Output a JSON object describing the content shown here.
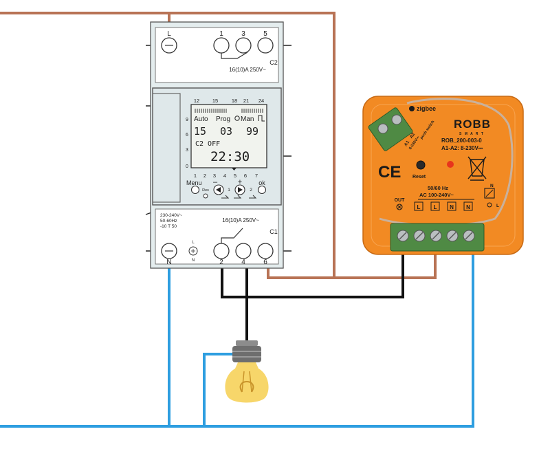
{
  "colors": {
    "brown_wire": "#b87355",
    "blue_wire": "#2e9ee0",
    "black_wire": "#111111",
    "module_orange": "#f28a23",
    "module_dark": "#d9731a",
    "timer_body": "#e4edee",
    "terminal_green": "#4f8a44",
    "bulb_yellow": "#f7d66a"
  },
  "timer": {
    "top_terminals": [
      "L",
      "1",
      "3",
      "5"
    ],
    "top_rating": "16(10)A  250V~",
    "top_contact": "C2",
    "hour_ticks": [
      "12",
      "15",
      "18",
      "21",
      "24"
    ],
    "side_ticks": [
      "9",
      "6",
      "3",
      "0"
    ],
    "mode_auto": "Auto",
    "mode_prog": "Prog",
    "mode_man": "Man",
    "digits_a": "15",
    "digits_b": "03",
    "digits_c": "99",
    "channel_status": "C2 OFF",
    "clock": "22:30",
    "days": [
      "1",
      "2",
      "3",
      "4",
      "5",
      "6",
      "7"
    ],
    "btn_menu": "Menu",
    "btn_minus": "–",
    "btn_plus": "+",
    "btn_ok": "ok",
    "btn_res": "Res",
    "btn_one": "1",
    "btn_two": "2",
    "spec_lines": [
      "230-240V~",
      "50-60Hz",
      "-10 T 50"
    ],
    "bottom_rating": "16(10)A  250V~",
    "bottom_contact": "C1",
    "bottom_terminals": [
      "N",
      "2",
      "4",
      "6"
    ],
    "earth_l": "L",
    "earth_n": "N"
  },
  "module": {
    "logo_zigbee": "zigbee",
    "brand": "ROBB",
    "brand_sub": "S M A R T",
    "model": "ROB_200-003-0",
    "a1a2": "A1-A2: 8-230V⎓",
    "reset": "Reset",
    "freq": "50/60 Hz",
    "ac": "AC 100-240V~",
    "out": "OUT",
    "bottom_terms": [
      "L",
      "L",
      "N",
      "N"
    ],
    "n_label": "N",
    "l_label": "L",
    "side_a1": "A1",
    "side_a2": "A2",
    "side_volt": "8-230V⎓",
    "push_switch": "push switch"
  }
}
